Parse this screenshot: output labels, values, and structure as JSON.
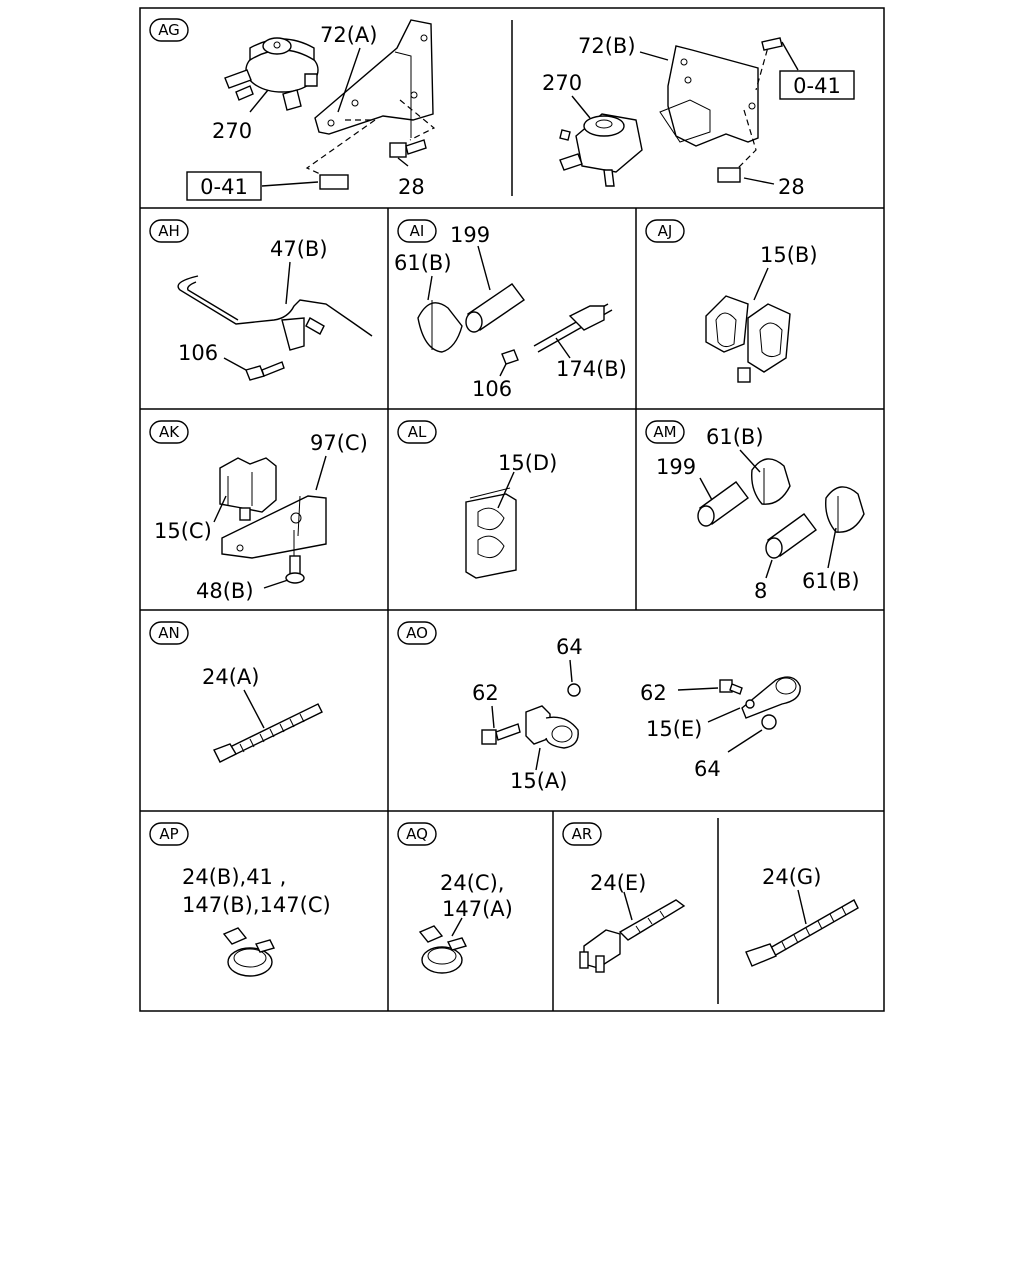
{
  "panels": {
    "ag": {
      "code": "AG",
      "ref_box": "0-41",
      "labels": [
        "72(A)",
        "270",
        "28"
      ]
    },
    "ag2": {
      "ref_box": "0-41",
      "labels": [
        "72(B)",
        "270",
        "28"
      ]
    },
    "ah": {
      "code": "AH",
      "labels": [
        "47(B)",
        "106"
      ]
    },
    "ai": {
      "code": "AI",
      "labels": [
        "199",
        "61(B)",
        "106",
        "174(B)"
      ]
    },
    "aj": {
      "code": "AJ",
      "labels": [
        "15(B)"
      ]
    },
    "ak": {
      "code": "AK",
      "labels": [
        "97(C)",
        "15(C)",
        "48(B)"
      ]
    },
    "al": {
      "code": "AL",
      "labels": [
        "15(D)"
      ]
    },
    "am": {
      "code": "AM",
      "labels": [
        "61(B)",
        "199",
        "8",
        "61(B)"
      ]
    },
    "an": {
      "code": "AN",
      "labels": [
        "24(A)"
      ]
    },
    "ao": {
      "code": "AO",
      "labels": [
        "64",
        "62",
        "15(A)",
        "62",
        "15(E)",
        "64"
      ]
    },
    "ap": {
      "code": "AP",
      "labels": [
        "24(B),41 ,",
        "147(B),147(C)"
      ]
    },
    "aq": {
      "code": "AQ",
      "labels": [
        "24(C),",
        "147(A)"
      ]
    },
    "ar": {
      "code": "AR",
      "labels": [
        "24(E)"
      ]
    },
    "ar2": {
      "labels": [
        "24(G)"
      ]
    }
  }
}
